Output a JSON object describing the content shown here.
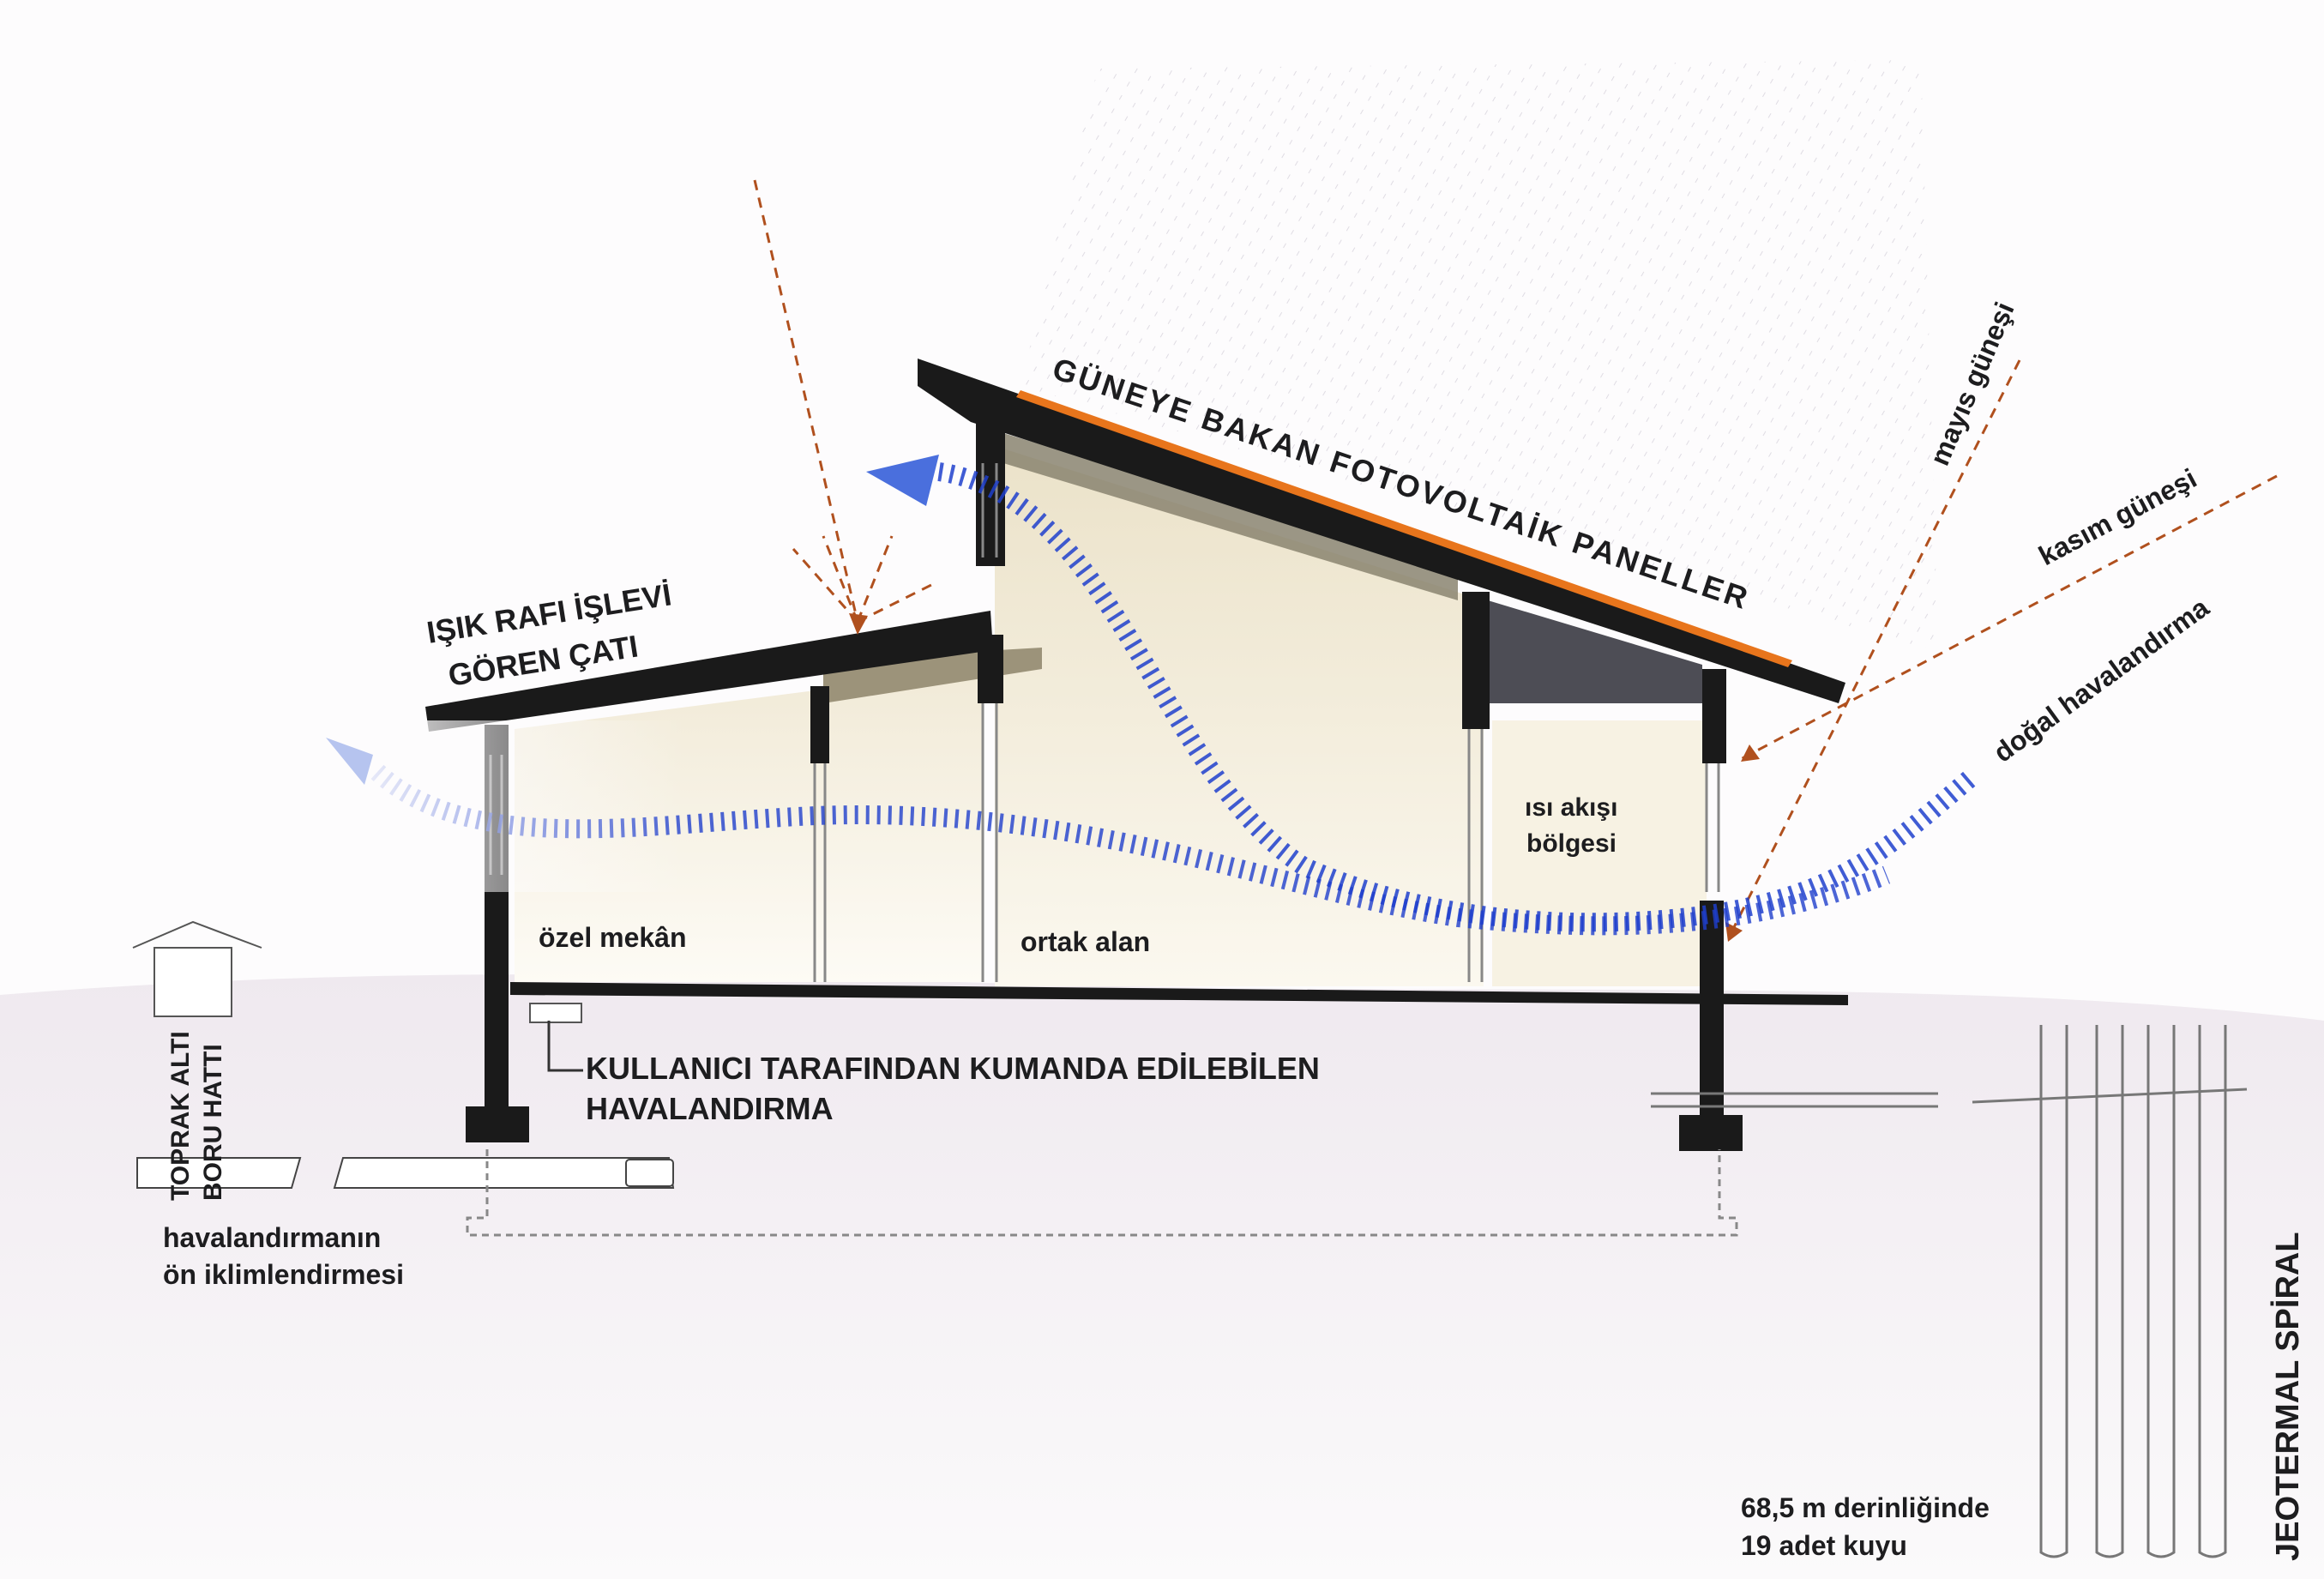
{
  "labels": {
    "pv_panels": "GÜNEYE BAKAN FOTOVOLTAİK PANELLER",
    "light_shelf_line1": "IŞIK RAFI İŞLEVİ",
    "light_shelf_line2": "GÖREN ÇATI",
    "may_sun": "mayıs güneşi",
    "november_sun": "kasım güneşi",
    "natural_ventilation": "doğal havalandırma",
    "heat_flow_line1": "ısı akışı",
    "heat_flow_line2": "bölgesi",
    "private_space": "özel mekân",
    "common_area": "ortak alan",
    "user_vent_line1": "KULLANICI TARAFINDAN KUMANDA EDİLEBİLEN",
    "user_vent_line2": "HAVALANDIRMA",
    "earth_pipe_line1": "TOPRAK ALTI",
    "earth_pipe_line2": "BORU HATTI",
    "precool_line1": "havalandırmanın",
    "precool_line2": "ön iklimlendirmesi",
    "wells_line1": "68,5 m derinliğinde",
    "wells_line2": "19 adet kuyu",
    "geothermal": "JEOTERMAL SPİRAL"
  },
  "colors": {
    "structure": "#1a1a1a",
    "pv_strip": "#e8751c",
    "sun_ray": "#b0501e",
    "airflow": "#1f3fcc",
    "ground": "#f2eef3",
    "interior_warm": "#f3ecd7"
  }
}
